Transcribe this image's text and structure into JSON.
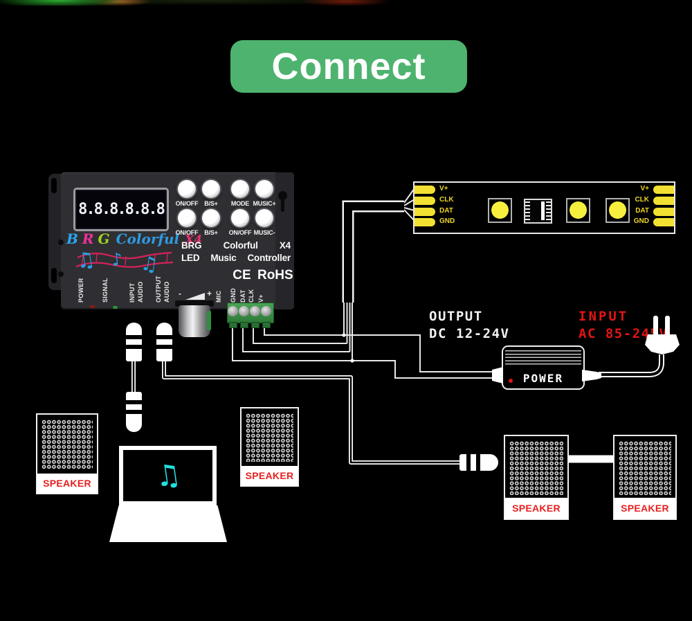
{
  "banner": {
    "label": "Connect",
    "bg_color": "#4db36e"
  },
  "controller": {
    "display_value": "8.8.8.8.8.8",
    "logo": {
      "b": "B",
      "r": "R",
      "g": "G",
      "word": "Colorful",
      "x4": "X4"
    },
    "decor_notes": [
      "♫",
      "♪",
      "♫"
    ],
    "buttons": {
      "row1": [
        "ON/OFF",
        "B/S+",
        "MODE",
        "MUSIC+"
      ],
      "row2": [
        "ON/OFF",
        "B/S+",
        "ON/OFF",
        "MUSIC-"
      ]
    },
    "title": {
      "l1a": "BRG",
      "l1b": "Colorful",
      "l1c": "X4",
      "l2a": "LED",
      "l2b": "Music",
      "l2c": "Controller"
    },
    "cert": "CE RoHS",
    "ports": {
      "power": "POWER",
      "signal": "SIGNAL",
      "input_line1": "INPUT",
      "input_line2": "AUDIO",
      "output_line1": "OUTPUT",
      "output_line2": "AUDIO",
      "vol_minus": "-",
      "vol_plus": "+",
      "mic": "MIC",
      "gnd": "GND",
      "dat": "DAT",
      "clk": "CLK",
      "vplus": "V+"
    }
  },
  "led_strip": {
    "pads_left": [
      "V+",
      "CLK",
      "DAT",
      "GND"
    ],
    "pads_right": [
      "V+",
      "CLK",
      "DAT",
      "GND"
    ],
    "pad_color": "#f2e032"
  },
  "power": {
    "output_label": "OUTPUT",
    "output_value": "DC 12-24V",
    "input_label": "INPUT",
    "input_value": "AC 85-245V",
    "adapter_label": "POWER",
    "input_color": "#e41414"
  },
  "speakers": {
    "label": "SPEAKER",
    "label_color": "#e81e1e"
  },
  "laptop": {
    "music_note": "♫",
    "note_color": "#20e0e0"
  }
}
